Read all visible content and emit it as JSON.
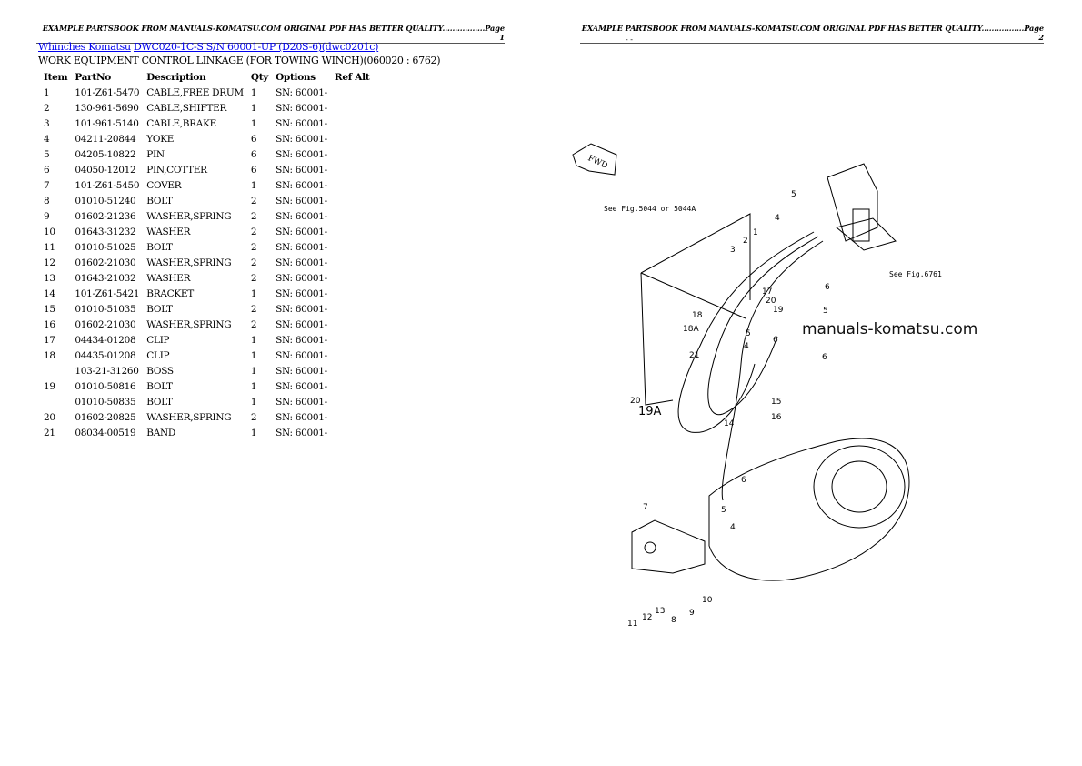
{
  "page1": {
    "header": "EXAMPLE PARTSBOOK FROM MANUALS-KOMATSU.COM ORIGINAL PDF HAS BETTER QUALITY.................Page 1",
    "breadcrumb": {
      "link1": "Whinches Komatsu",
      "link2": "DWC020-1C-S S/N 60001-UP (D20S-6)(dwc0201c)"
    },
    "title": "WORK EQUIPMENT CONTROL LINKAGE (FOR TOWING WINCH)(060020 : 6762)",
    "table": {
      "columns": [
        "Item",
        "PartNo",
        "Description",
        "Qty",
        "Options",
        "Ref Alt"
      ],
      "rows": [
        [
          "1",
          "101-Z61-5470",
          "CABLE,FREE DRUM",
          "1",
          "SN: 60001-",
          ""
        ],
        [
          "2",
          "130-961-5690",
          "CABLE,SHIFTER",
          "1",
          "SN: 60001-",
          ""
        ],
        [
          "3",
          "101-961-5140",
          "CABLE,BRAKE",
          "1",
          "SN: 60001-",
          ""
        ],
        [
          "4",
          "04211-20844",
          "YOKE",
          "6",
          "SN: 60001-",
          ""
        ],
        [
          "5",
          "04205-10822",
          "PIN",
          "6",
          "SN: 60001-",
          ""
        ],
        [
          "6",
          "04050-12012",
          "PIN,COTTER",
          "6",
          "SN: 60001-",
          ""
        ],
        [
          "7",
          "101-Z61-5450",
          "COVER",
          "1",
          "SN: 60001-",
          ""
        ],
        [
          "8",
          "01010-51240",
          "BOLT",
          "2",
          "SN: 60001-",
          ""
        ],
        [
          "9",
          "01602-21236",
          "WASHER,SPRING",
          "2",
          "SN: 60001-",
          ""
        ],
        [
          "10",
          "01643-31232",
          "WASHER",
          "2",
          "SN: 60001-",
          ""
        ],
        [
          "11",
          "01010-51025",
          "BOLT",
          "2",
          "SN: 60001-",
          ""
        ],
        [
          "12",
          "01602-21030",
          "WASHER,SPRING",
          "2",
          "SN: 60001-",
          ""
        ],
        [
          "13",
          "01643-21032",
          "WASHER",
          "2",
          "SN: 60001-",
          ""
        ],
        [
          "14",
          "101-Z61-5421",
          "BRACKET",
          "1",
          "SN: 60001-",
          ""
        ],
        [
          "15",
          "01010-51035",
          "BOLT",
          "2",
          "SN: 60001-",
          ""
        ],
        [
          "16",
          "01602-21030",
          "WASHER,SPRING",
          "2",
          "SN: 60001-",
          ""
        ],
        [
          "17",
          "04434-01208",
          "CLIP",
          "1",
          "SN: 60001-",
          ""
        ],
        [
          "18",
          "04435-01208",
          "CLIP",
          "1",
          "SN: 60001-",
          ""
        ],
        [
          "",
          "103-21-31260",
          "BOSS",
          "1",
          "SN: 60001-",
          ""
        ],
        [
          "19",
          "01010-50816",
          "BOLT",
          "1",
          "SN: 60001-",
          ""
        ],
        [
          "",
          "01010-50835",
          "BOLT",
          "1",
          "SN: 60001-",
          ""
        ],
        [
          "20",
          "01602-20825",
          "WASHER,SPRING",
          "2",
          "SN: 60001-",
          ""
        ],
        [
          "21",
          "08034-00519",
          "BAND",
          "1",
          "SN: 60001-",
          ""
        ]
      ]
    }
  },
  "page2": {
    "header": "EXAMPLE PARTSBOOK FROM MANUALS-KOMATSU.COM ORIGINAL PDF HAS BETTER QUALITY.................Page 2",
    "dash": "- -",
    "watermark": "manuals-komatsu.com",
    "diagram": {
      "fwd": "FWD",
      "ref1": "See Fig.5044 or 5044A",
      "ref2": "See Fig.6761",
      "callouts": [
        "5",
        "4",
        "3",
        "2",
        "1",
        "6",
        "18",
        "17",
        "20",
        "19",
        "5",
        "18A",
        "5",
        "6",
        "4",
        "21",
        "6",
        "20",
        "19A",
        "15",
        "16",
        "14",
        "7",
        "6",
        "5",
        "4",
        "11",
        "12",
        "13",
        "8",
        "9",
        "10"
      ]
    }
  }
}
